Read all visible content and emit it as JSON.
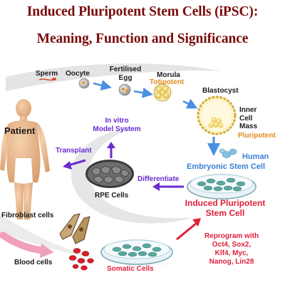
{
  "header": {
    "title_line1": "Induced Pluripotent Stem Cells (iPSC):",
    "title_line2": "Meaning, Function and Significance"
  },
  "stages": {
    "sperm": "Sperm",
    "oocyte": "Oocyte",
    "fertilised_egg_line1": "Fertilised",
    "fertilised_egg_line2": "Egg",
    "morula": "Morula",
    "totipotent": "Totipotent",
    "blastocyst": "Blastocyst",
    "inner_cell_mass_line1": "Inner",
    "inner_cell_mass_line2": "Cell",
    "inner_cell_mass_line3": "Mass",
    "pluripotent": "Pluripotent"
  },
  "labels": {
    "patient": "Patient",
    "in_vitro_line1": "In vitro",
    "in_vitro_line2": "Model System",
    "transplant": "Transplant",
    "differentiate": "Differentiate",
    "rpe_cells": "RPE Cells",
    "human": "Human",
    "embryonic_stem_cell": "Embryonic Stem Cell",
    "ipsc_line1": "Induced Pluripotent",
    "ipsc_line2": "Stem Cell",
    "fibroblast_cells": "Fibroblast cells",
    "blood_cells": "Blood cells",
    "somatic_cells": "Somatic Cells",
    "reprogram_line1": "Reprogram with",
    "reprogram_line2": "Oct4, Sox2,",
    "reprogram_line3": "Klf4, Myc,",
    "reprogram_line4": "Nanog, Lin28"
  },
  "colors": {
    "title": "#7a0a0a",
    "blue_arrow": "#4a90e2",
    "purple_arrow": "#6a2bd0",
    "red_arrow": "#e0203a",
    "patient": "#e8b88a",
    "petri_cells": "#5aa8a0",
    "blood": "#d81e2a"
  }
}
